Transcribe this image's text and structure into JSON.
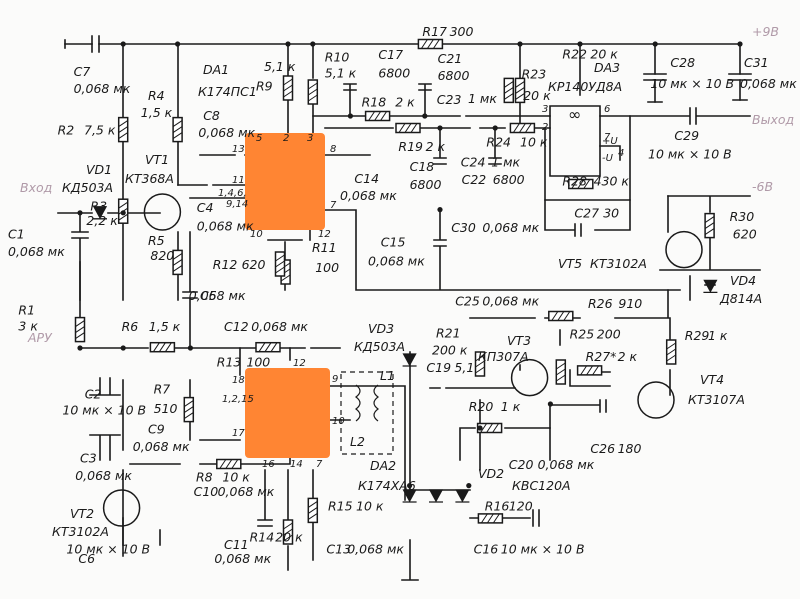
{
  "terminals": {
    "supply_plus": "+9В",
    "output": "Выход",
    "supply_minus": "-6В",
    "input": "Вход",
    "agc": "АРУ"
  },
  "ics": {
    "da1": {
      "name": "DA1",
      "type": "К174ПС1"
    },
    "da2": {
      "name": "DA2",
      "type": "К174ХА6"
    },
    "da3": {
      "name": "DA3",
      "type": "КР140УД8А"
    },
    "opamp_symbol": "∞",
    "opamp_plus": "+U",
    "opamp_minus": "-U"
  },
  "transistors": [
    {
      "name": "VT1",
      "type": "КТ368А"
    },
    {
      "name": "VT2",
      "type": "КТ3102А"
    },
    {
      "name": "VT3",
      "type": "КП307А"
    },
    {
      "name": "VT4",
      "type": "КТ3107А"
    },
    {
      "name": "VT5",
      "type": "КТ3102А"
    }
  ],
  "diodes": [
    {
      "name": "VD1",
      "type": "КД503А"
    },
    {
      "name": "VD2",
      "type": "КВС120А"
    },
    {
      "name": "VD3",
      "type": "КД503А"
    },
    {
      "name": "VD4",
      "type": "Д814А"
    }
  ],
  "inductors": [
    "L1",
    "L2"
  ],
  "resistors": [
    {
      "name": "R1",
      "value": "3 к"
    },
    {
      "name": "R2",
      "value": "7,5 к"
    },
    {
      "name": "R3",
      "value": "2,2 к"
    },
    {
      "name": "R4",
      "value": "1,5 к"
    },
    {
      "name": "R5",
      "value": "820"
    },
    {
      "name": "R6",
      "value": "1,5 к"
    },
    {
      "name": "R7",
      "value": "510"
    },
    {
      "name": "R8",
      "value": "10 к"
    },
    {
      "name": "R9",
      "value": "5,1 к"
    },
    {
      "name": "R10",
      "value": "5,1 к"
    },
    {
      "name": "R11",
      "value": "100"
    },
    {
      "name": "R12",
      "value": "620"
    },
    {
      "name": "R13",
      "value": "100"
    },
    {
      "name": "R14",
      "value": "20 к"
    },
    {
      "name": "R15",
      "value": "10 к"
    },
    {
      "name": "R16",
      "value": "120"
    },
    {
      "name": "R17",
      "value": "300"
    },
    {
      "name": "R18",
      "value": "2 к"
    },
    {
      "name": "R19",
      "value": "2 к"
    },
    {
      "name": "R20",
      "value": "1 к"
    },
    {
      "name": "R21",
      "value": "200 к"
    },
    {
      "name": "R22",
      "value": "20 к"
    },
    {
      "name": "R23",
      "value": "20 к"
    },
    {
      "name": "R24",
      "value": "10 к"
    },
    {
      "name": "R25",
      "value": "200"
    },
    {
      "name": "R26",
      "value": "910"
    },
    {
      "name": "R27*",
      "value": "2 к"
    },
    {
      "name": "R28",
      "value": "430 к"
    },
    {
      "name": "R29",
      "value": "1 к"
    },
    {
      "name": "R30",
      "value": "620"
    }
  ],
  "capacitors": [
    {
      "name": "C1",
      "value": "0,068 мк"
    },
    {
      "name": "C2",
      "value": "10 мк × 10 В"
    },
    {
      "name": "C3",
      "value": "0,068 мк"
    },
    {
      "name": "C4",
      "value": "0,068 мк"
    },
    {
      "name": "C5",
      "value": "0,068 мк"
    },
    {
      "name": "C6",
      "value": "10 мк × 10 В"
    },
    {
      "name": "C7",
      "value": "0,068 мк"
    },
    {
      "name": "C8",
      "value": "0,068 мк"
    },
    {
      "name": "C9",
      "value": "0,068 мк"
    },
    {
      "name": "C10",
      "value": "0,068 мк"
    },
    {
      "name": "C11",
      "value": "0,068 мк"
    },
    {
      "name": "C12",
      "value": "0,068 мк"
    },
    {
      "name": "C13",
      "value": "0,068 мк"
    },
    {
      "name": "C14",
      "value": "0,068 мк"
    },
    {
      "name": "C15",
      "value": "0,068 мк"
    },
    {
      "name": "C16",
      "value": "10 мк × 10 В"
    },
    {
      "name": "C17",
      "value": "6800"
    },
    {
      "name": "C18",
      "value": "6800"
    },
    {
      "name": "C19",
      "value": "5,1"
    },
    {
      "name": "C20",
      "value": "0,068 мк"
    },
    {
      "name": "C21",
      "value": "6800"
    },
    {
      "name": "C22",
      "value": "6800"
    },
    {
      "name": "C23",
      "value": "1 мк"
    },
    {
      "name": "C24",
      "value": "1 мк"
    },
    {
      "name": "C25",
      "value": "0,068 мк"
    },
    {
      "name": "C26",
      "value": "180"
    },
    {
      "name": "C27",
      "value": "30"
    },
    {
      "name": "C28",
      "value": "10 мк × 10 В"
    },
    {
      "name": "C29",
      "value": "10 мк × 10 В"
    },
    {
      "name": "C30",
      "value": "0,068 мк"
    },
    {
      "name": "C31",
      "value": "0,068 мк"
    }
  ],
  "pins": {
    "da1_p5": "5",
    "da1_p2": "2",
    "da1_p3": "3",
    "da1_p13": "13",
    "da1_p8": "8",
    "da1_p11": "11",
    "da1_p146": "1,4,6,",
    "da1_p914": "9,14",
    "da1_p7": "7",
    "da1_p10": "10",
    "da1_p12": "12",
    "da2_p12": "12",
    "da2_p18": "18",
    "da2_p9": "9",
    "da2_p1215": "1,2,15",
    "da2_p10": "10",
    "da2_p17": "17",
    "da2_p16": "16",
    "da2_p14": "14",
    "da2_p7": "7",
    "da3_p3": "3",
    "da3_p2": "2",
    "da3_p6": "6",
    "da3_p7": "7",
    "da3_p4": "4"
  }
}
